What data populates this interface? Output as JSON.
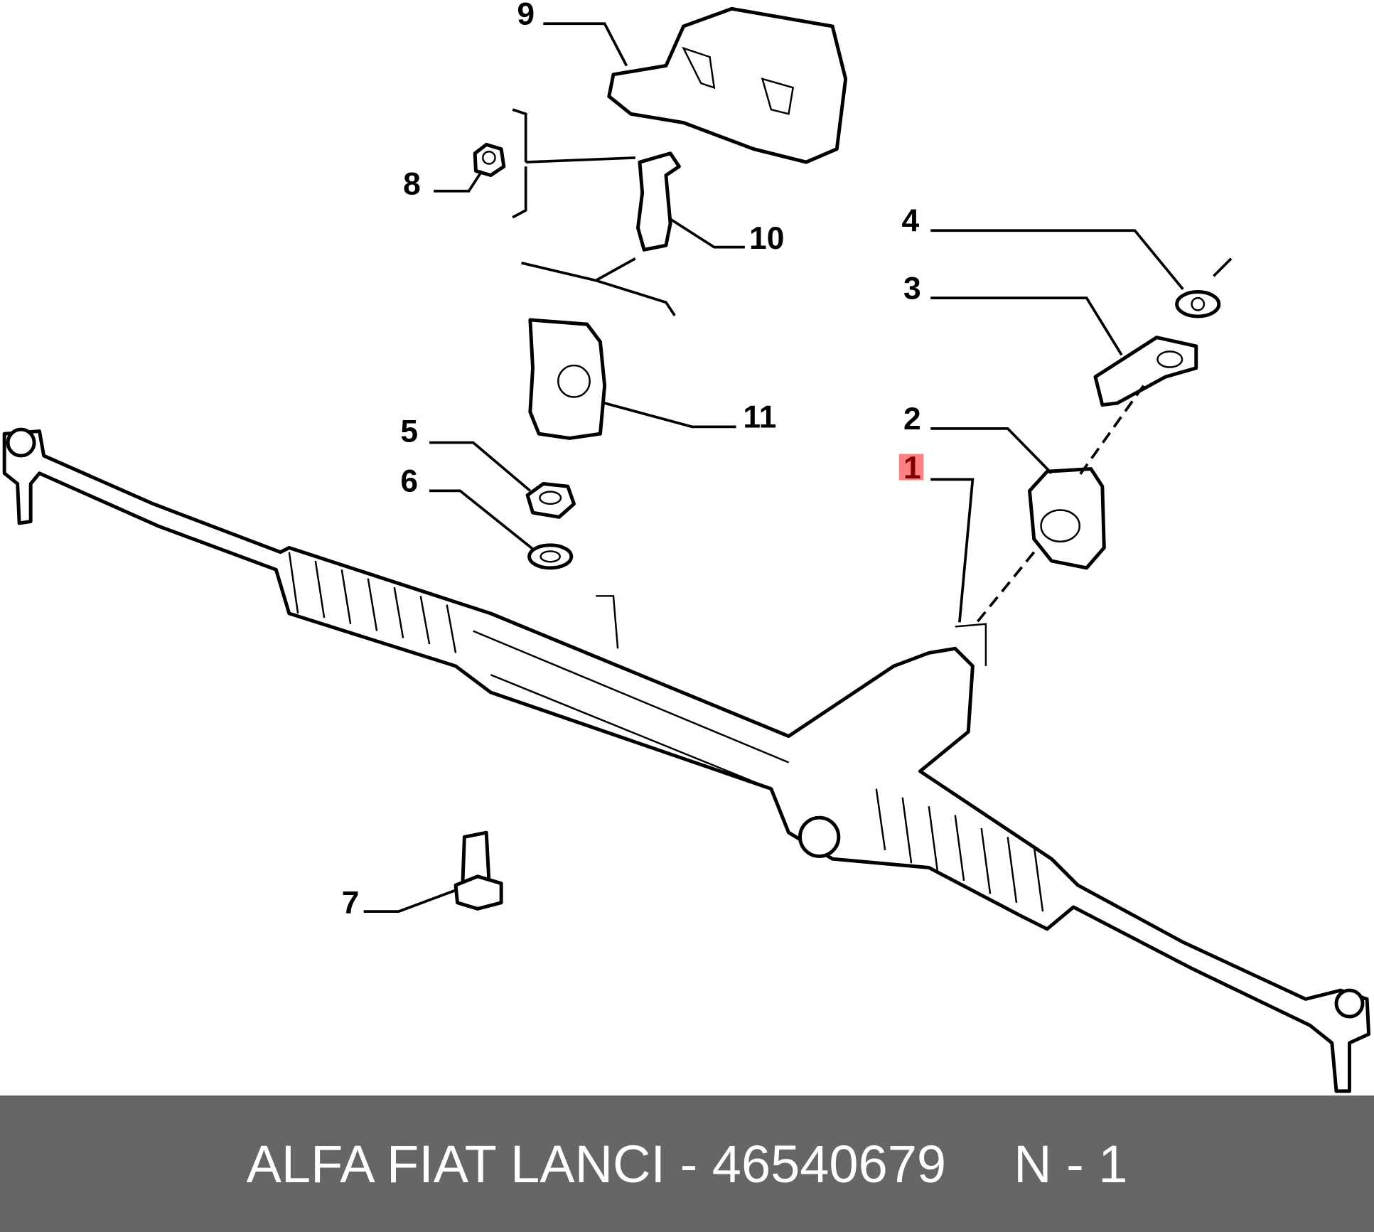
{
  "callouts": [
    {
      "label": "1",
      "highlighted": true
    },
    {
      "label": "2"
    },
    {
      "label": "3"
    },
    {
      "label": "4"
    },
    {
      "label": "5"
    },
    {
      "label": "6"
    },
    {
      "label": "7"
    },
    {
      "label": "8"
    },
    {
      "label": "9"
    },
    {
      "label": "10"
    },
    {
      "label": "11"
    }
  ],
  "highlight_color": "#ff8080",
  "footer": {
    "brand": "ALFA FIAT LANCI - 46540679",
    "position": "N - 1"
  }
}
